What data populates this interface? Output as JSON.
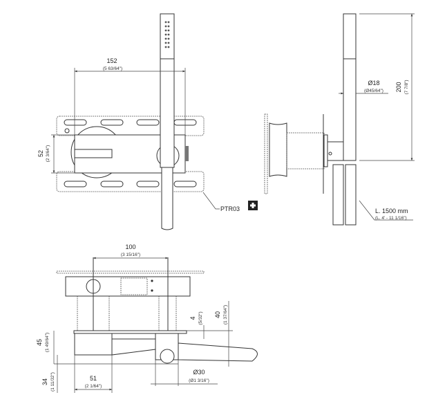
{
  "front_view": {
    "width_dim": "152",
    "width_dim_in": "(5 63/64\")",
    "height_dim": "52",
    "height_dim_in": "(2 3/64\")",
    "part_code": "PTR03"
  },
  "side_view": {
    "diameter_dim": "Ø18",
    "diameter_dim_in": "(Ø45/64\")",
    "length_dim": "200",
    "length_dim_in": "(7 7/8\")",
    "hose_length": "L. 1500 mm",
    "hose_length_in": "(L. 4' - 11 1/16\")"
  },
  "top_view": {
    "center_dim": "100",
    "center_dim_in": "(3 15/16\")",
    "plate_dim": "4",
    "plate_dim_in": "(5/32\")",
    "projection_dim": "40",
    "projection_dim_in": "(1 37/64\")",
    "body_dim": "45",
    "body_dim_in": "(1 49/64\")",
    "depth_dim": "34",
    "depth_dim_in": "(1 11/32\")",
    "body_width_dim": "51",
    "body_width_dim_in": "(2 1/64\")",
    "knob_dim": "Ø30",
    "knob_dim_in": "(Ø1 3/16\")"
  }
}
